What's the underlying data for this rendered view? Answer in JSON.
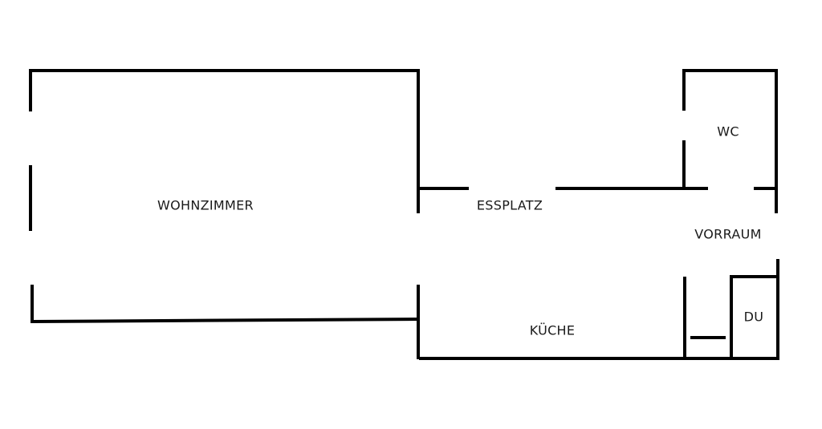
{
  "floorplan": {
    "rooms": {
      "wohnzimmer": "WOHNZIMMER",
      "essplatz": "ESSPLATZ",
      "wc": "WC",
      "vorraum": "VORRAUM",
      "kueche": "KÜCHE",
      "du": "DU"
    },
    "wall_color": "#000000",
    "background_color": "#ffffff"
  }
}
